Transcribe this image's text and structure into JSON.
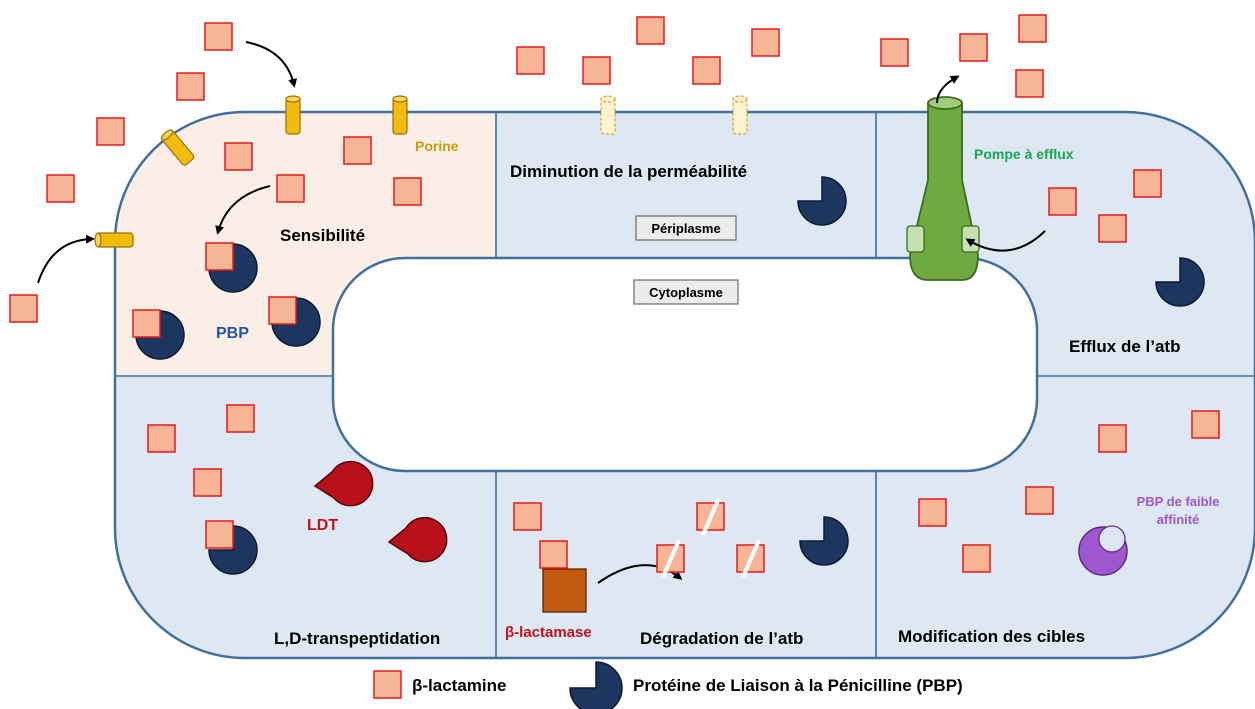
{
  "labels": {
    "sensibilite": "Sensibilité",
    "porine": "Porine",
    "pbp": "PBP",
    "diminution": "Diminution de la perméabilité",
    "periplasme": "Périplasme",
    "cytoplasme": "Cytoplasme",
    "pompe": "Pompe à efflux",
    "efflux": "Efflux de l’atb",
    "ldt": "LDT",
    "ld_transpeptidation": "L,D-transpeptidation",
    "beta_lactamase": "β-lactamase",
    "degradation": "Dégradation de l’atb",
    "pbp_faible_1": "PBP de faible",
    "pbp_faible_2": "affinité",
    "modification": "Modification des cibles"
  },
  "legend": {
    "beta_lactamine": "β-lactamine",
    "pbp": "Protéine de Liaison à la Pénicilline (PBP)"
  },
  "colors": {
    "periplasm_fill": "#dde8f3",
    "sensitive_fill": "#fbeee6",
    "membrane": "#41709c",
    "antibiotic_fill": "#f6b696",
    "antibiotic_stroke": "#e8191c",
    "pbp_fill": "#1c365f",
    "porin": "#f2bb10",
    "pump": "#6fa940",
    "ldt": "#b8111b",
    "lactamase": "#c55a11",
    "low_affinity_pbp": "#9d57cf",
    "porin_label": "#c79d10",
    "pump_label": "#18a950",
    "pbp_label": "#27539e",
    "ldt_label": "#c2121d",
    "low_affinity_label": "#9d57cf"
  }
}
